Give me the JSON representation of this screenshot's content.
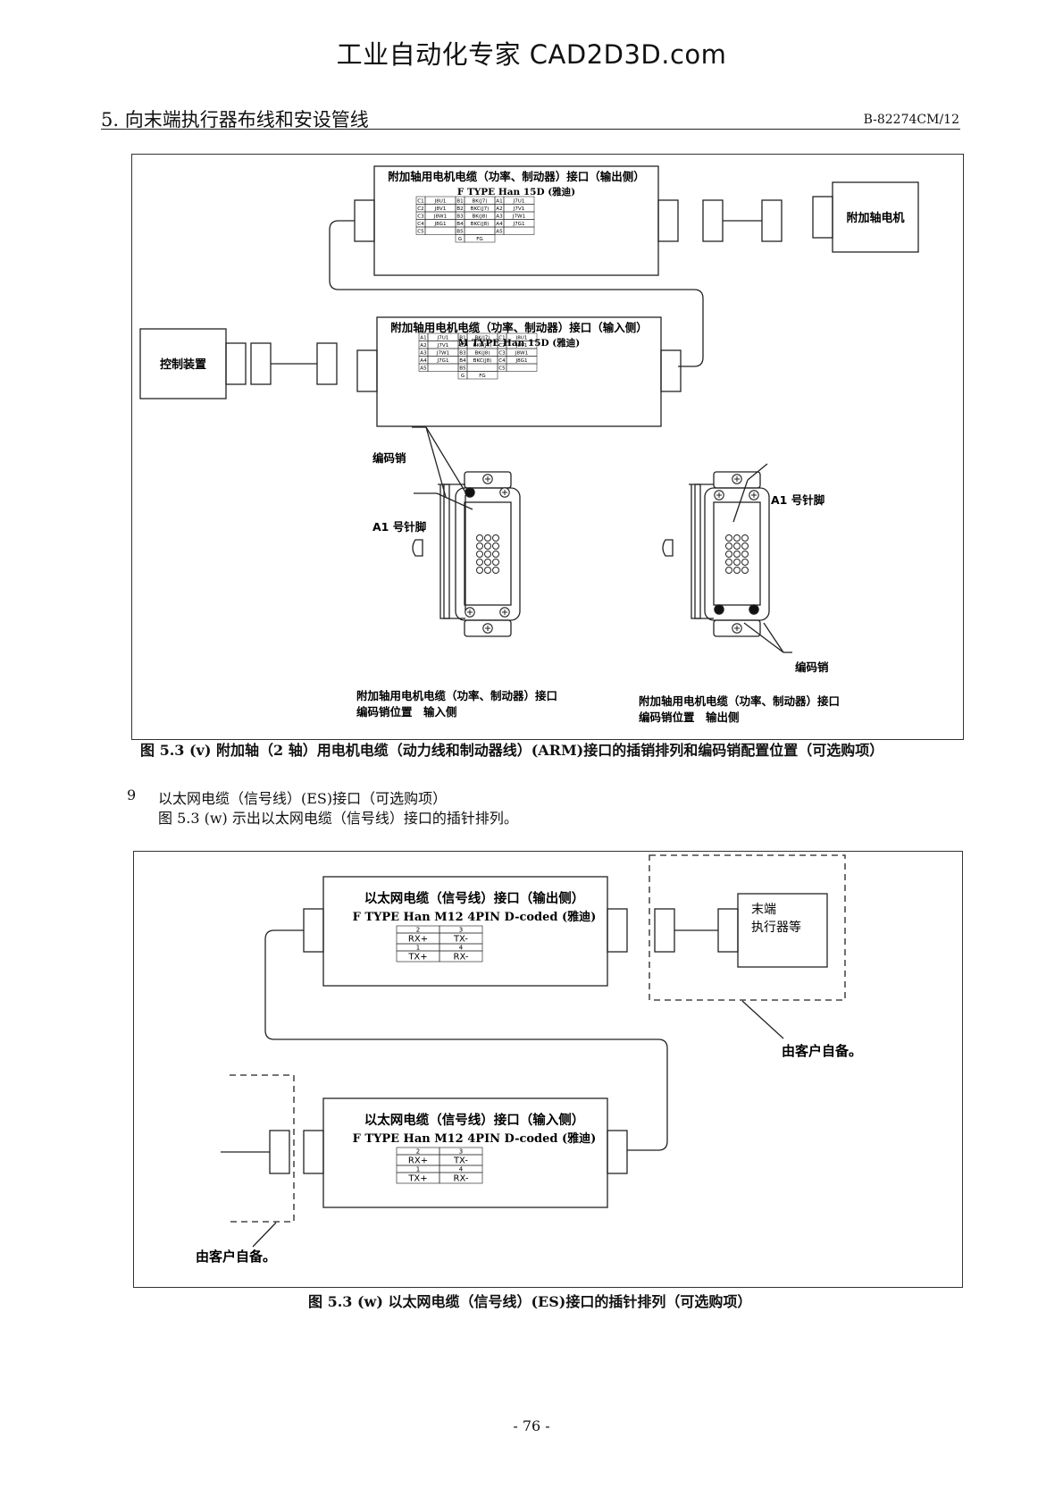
{
  "page": {
    "watermark": "工业自动化专家 CAD2D3D.com",
    "section_title": "5. 向末端执行器布线和安设管线",
    "doc_code": "B-82274CM/12",
    "page_number": "- 76 -"
  },
  "figure_v": {
    "output_box": {
      "title_line1": "附加轴用电机电缆（功率、制动器）接口（输出侧）",
      "title_line2": "F TYPE Han 15D (雅迪)"
    },
    "input_box": {
      "title_line1": "附加轴用电机电缆（功率、制动器）接口（输入侧）",
      "title_line2": "M TYPE Han 15D (雅迪)"
    },
    "motor_label": "附加轴电机",
    "controller_label": "控制装置",
    "output_pins": [
      [
        "C1",
        "J8U1",
        "B1",
        "BK(J7)",
        "A1",
        "J7U1"
      ],
      [
        "C2",
        "J8V1",
        "B2",
        "BKC(J7)",
        "A2",
        "J7V1"
      ],
      [
        "C3",
        "J8W1",
        "B3",
        "BK(J8)",
        "A3",
        "J7W1"
      ],
      [
        "C4",
        "J8G1",
        "B4",
        "BKC(J8)",
        "A4",
        "J7G1"
      ],
      [
        "C5",
        "",
        "B5",
        "",
        "A5",
        ""
      ]
    ],
    "output_ground": [
      "G",
      "FG"
    ],
    "input_pins": [
      [
        "A1",
        "J7U1",
        "B1",
        "BK(J7)",
        "C1",
        "J8U1"
      ],
      [
        "A2",
        "J7V1",
        "B2",
        "BKC(J7)",
        "C2",
        "J8V1"
      ],
      [
        "A3",
        "J7W1",
        "B3",
        "BK(J8)",
        "C3",
        "J8W1"
      ],
      [
        "A4",
        "J7G1",
        "B4",
        "BKC(J8)",
        "C4",
        "J8G1"
      ],
      [
        "A5",
        "",
        "B5",
        "",
        "C5",
        ""
      ]
    ],
    "input_ground": [
      "G",
      "FG"
    ],
    "coding_pin_label": "编码销",
    "a1_pin_label": "A1 号针脚",
    "left_caption_line1": "附加轴用电机电缆（功率、制动器）接口",
    "left_caption_line2": "编码销位置　输入侧",
    "right_caption_line1": "附加轴用电机电缆（功率、制动器）接口",
    "right_caption_line2": "编码销位置　输出侧",
    "caption": "图 5.3 (v)  附加轴（2 轴）用电机电缆（动力线和制动器线）(ARM)接口的插销排列和编码销配置位置（可选购项）"
  },
  "item9": {
    "number": "9",
    "title": "以太网电缆（信号线）(ES)接口（可选购项）",
    "text": "图 5.3 (w)  示出以太网电缆（信号线）接口的插针排列。"
  },
  "figure_w": {
    "output_box": {
      "title_line1": "以太网电缆（信号线）接口（输出侧）",
      "title_line2": "F TYPE Han M12 4PIN D-coded (雅迪)"
    },
    "input_box": {
      "title_line1": "以太网电缆（信号线）接口（输入侧）",
      "title_line2": "F TYPE Han M12 4PIN D-coded (雅迪)"
    },
    "pins": [
      [
        "2",
        "3"
      ],
      [
        "RX+",
        "TX-"
      ],
      [
        "1",
        "4"
      ],
      [
        "TX+",
        "RX-"
      ]
    ],
    "end_effector_line1": "末端",
    "end_effector_line2": "执行器等",
    "customer_note": "由客户自备。",
    "caption": "图 5.3 (w)  以太网电缆（信号线）(ES)接口的插针排列（可选购项）"
  }
}
